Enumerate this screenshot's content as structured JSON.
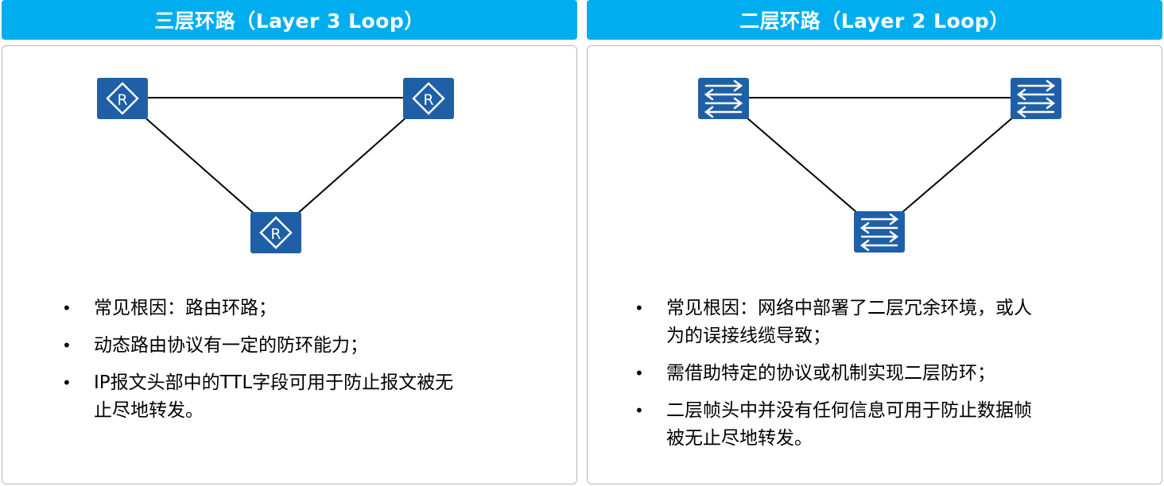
{
  "theme": {
    "header_color": "#00AEEF",
    "device_color": "#1F5FA8",
    "link_color": "#000000"
  },
  "left_panel": {
    "title": "三层环路（Layer 3 Loop）",
    "device_icon": "router-icon",
    "router_label": "R",
    "bullets": [
      "常见根因：路由环路；",
      "动态路由协议有一定的防环能力；",
      "IP报文头部中的TTL字段可用于防止报文被无止尽地转发。"
    ]
  },
  "right_panel": {
    "title": "二层环路（Layer 2 Loop）",
    "device_icon": "switch-icon",
    "bullets": [
      "常见根因：网络中部署了二层冗余环境，或人为的误接线缆导致；",
      "需借助特定的协议或机制实现二层防环；",
      "二层帧头中并没有任何信息可用于防止数据帧被无止尽地转发。"
    ]
  }
}
